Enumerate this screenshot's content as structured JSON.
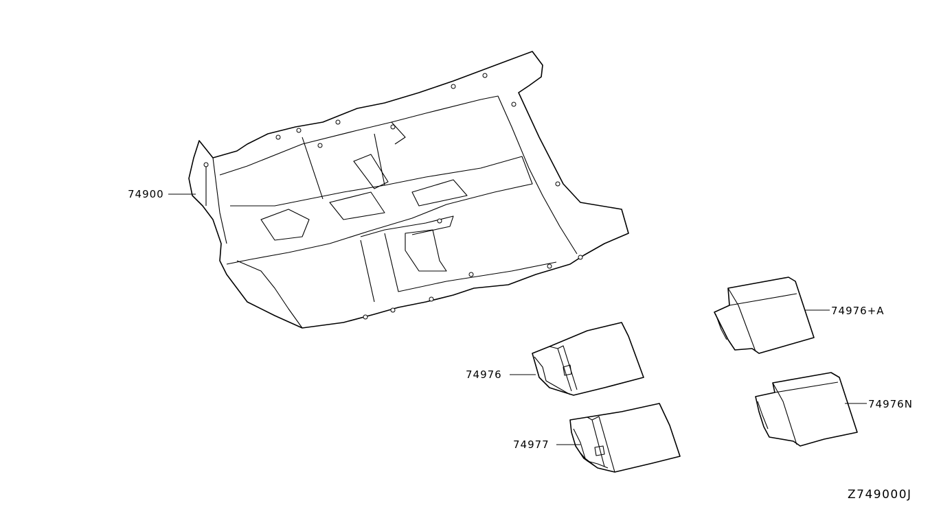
{
  "labels": {
    "floor_carpet": "74900",
    "mat_front_driver": "74976",
    "mat_front_passenger": "74977",
    "mat_rear_a": "74976+A",
    "mat_rear_n": "74976N"
  },
  "diagram_code": "Z749000J"
}
